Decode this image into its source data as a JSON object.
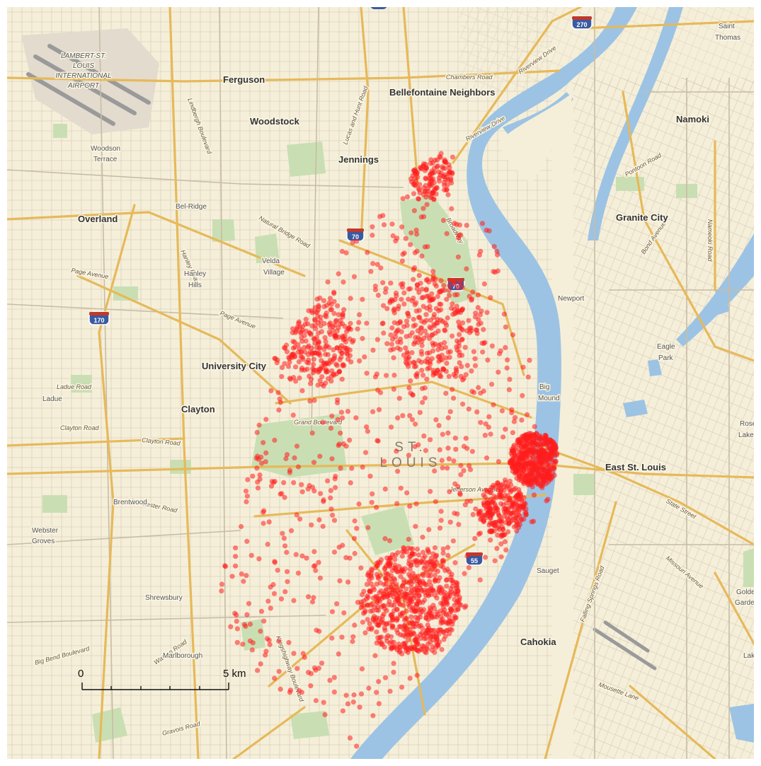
{
  "map": {
    "places": [
      {
        "id": "ferguson",
        "label": "Ferguson",
        "cls": "major"
      },
      {
        "id": "bellefontaine",
        "label": "Bellefontaine Neighbors",
        "cls": "major"
      },
      {
        "id": "woodstock",
        "label": "Woodstock",
        "cls": "major"
      },
      {
        "id": "jennings",
        "label": "Jennings",
        "cls": "major"
      },
      {
        "id": "overland",
        "label": "Overland",
        "cls": "major"
      },
      {
        "id": "granite",
        "label": "Granite City",
        "cls": "major"
      },
      {
        "id": "namoki",
        "label": "Namoki",
        "cls": "major"
      },
      {
        "id": "university",
        "label": "University City",
        "cls": "major"
      },
      {
        "id": "clayton",
        "label": "Clayton",
        "cls": "major"
      },
      {
        "id": "eaststl",
        "label": "East St. Louis",
        "cls": "major"
      },
      {
        "id": "cahokia",
        "label": "Cahokia",
        "cls": "major"
      },
      {
        "id": "saint",
        "label": "Saint",
        "cls": "minor"
      },
      {
        "id": "thomas",
        "label": "Thomas",
        "cls": "minor"
      },
      {
        "id": "woodson",
        "label": "Woodson",
        "cls": "minor"
      },
      {
        "id": "terrace",
        "label": "Terrace",
        "cls": "minor"
      },
      {
        "id": "belridge",
        "label": "Bel-Ridge",
        "cls": "minor"
      },
      {
        "id": "velda",
        "label": "Velda",
        "cls": "minor"
      },
      {
        "id": "village",
        "label": "Village",
        "cls": "minor"
      },
      {
        "id": "hanley",
        "label": "Hanley",
        "cls": "minor"
      },
      {
        "id": "hills",
        "label": "Hills",
        "cls": "minor"
      },
      {
        "id": "ladue",
        "label": "Ladue",
        "cls": "minor"
      },
      {
        "id": "brentwood",
        "label": "Brentwood",
        "cls": "minor"
      },
      {
        "id": "webster",
        "label": "Webster",
        "cls": "minor"
      },
      {
        "id": "groves",
        "label": "Groves",
        "cls": "minor"
      },
      {
        "id": "shrewsbury",
        "label": "Shrewsbury",
        "cls": "minor"
      },
      {
        "id": "marlborough",
        "label": "Marlborough",
        "cls": "minor"
      },
      {
        "id": "eagle",
        "label": "Eagle",
        "cls": "minor"
      },
      {
        "id": "park",
        "label": "Park",
        "cls": "minor"
      },
      {
        "id": "rose",
        "label": "Rose",
        "cls": "minor"
      },
      {
        "id": "lake",
        "label": "Lake",
        "cls": "minor"
      },
      {
        "id": "golden",
        "label": "Golden",
        "cls": "minor"
      },
      {
        "id": "garden",
        "label": "Garden",
        "cls": "minor"
      },
      {
        "id": "sauget",
        "label": "Sauget",
        "cls": "minor"
      },
      {
        "id": "newport",
        "label": "Newport",
        "cls": "minor"
      },
      {
        "id": "big",
        "label": "Big",
        "cls": "minor"
      },
      {
        "id": "mound",
        "label": "Mound",
        "cls": "minor"
      },
      {
        "id": "lake2",
        "label": "Lake",
        "cls": "minor"
      }
    ],
    "airport": [
      "LAMBERT-ST.",
      "LOUIS",
      "INTERNATIONAL",
      "AIRPORT"
    ],
    "city_center_label": [
      "ST.",
      "LOUIS"
    ],
    "streets": [
      {
        "id": "s1",
        "label": "Chambers Road"
      },
      {
        "id": "s2",
        "label": "Riverview Drive"
      },
      {
        "id": "s3",
        "label": "Riverview Drive"
      },
      {
        "id": "s4",
        "label": "Lucas and Hunt Road"
      },
      {
        "id": "s5",
        "label": "Natural Bridge Road"
      },
      {
        "id": "s6",
        "label": "Page Avenue"
      },
      {
        "id": "s7",
        "label": "Page Avenue"
      },
      {
        "id": "s8",
        "label": "Ladue Road"
      },
      {
        "id": "s9",
        "label": "Clayton Road"
      },
      {
        "id": "s10",
        "label": "Clayton Road"
      },
      {
        "id": "s11",
        "label": "Manchester Road"
      },
      {
        "id": "s12",
        "label": "Watson Road"
      },
      {
        "id": "s13",
        "label": "Gravois Road"
      },
      {
        "id": "s14",
        "label": "Nameoki Road"
      },
      {
        "id": "s15",
        "label": "Pontoon Road"
      },
      {
        "id": "s16",
        "label": "State Street"
      },
      {
        "id": "s17",
        "label": "Missouri Avenue"
      },
      {
        "id": "s18",
        "label": "Bond Avenue"
      },
      {
        "id": "s19",
        "label": "Mousette Lane"
      },
      {
        "id": "s20",
        "label": "Falling Springs Road"
      },
      {
        "id": "s21",
        "label": "Big Bend Boulevard"
      },
      {
        "id": "s22",
        "label": "Lindbergh Boulevard"
      },
      {
        "id": "s23",
        "label": "Hanley Road"
      },
      {
        "id": "s24",
        "label": "Kingshighway Boulevard"
      },
      {
        "id": "s25",
        "label": "Broadway"
      },
      {
        "id": "s26",
        "label": "Jefferson Avenue"
      },
      {
        "id": "s27",
        "label": "Grand Boulevard"
      }
    ],
    "highway_shields": [
      {
        "id": "i270",
        "num": "270"
      },
      {
        "id": "i170",
        "num": "170"
      },
      {
        "id": "i70a",
        "num": "70"
      },
      {
        "id": "i70b",
        "num": "70"
      },
      {
        "id": "i55",
        "num": "55"
      }
    ],
    "scale_bar": {
      "start_label": "0",
      "end_label": "5 km"
    },
    "colors": {
      "land": "#f5efd9",
      "urban": "#ece4d0",
      "water": "#9cc3e4",
      "park": "#c9dfb3",
      "major_road": "#e6b95a",
      "minor_road": "#c8bca4",
      "point": "#ff1e1e"
    },
    "dots": {
      "count": 2600,
      "region": "City of St. Louis"
    }
  }
}
